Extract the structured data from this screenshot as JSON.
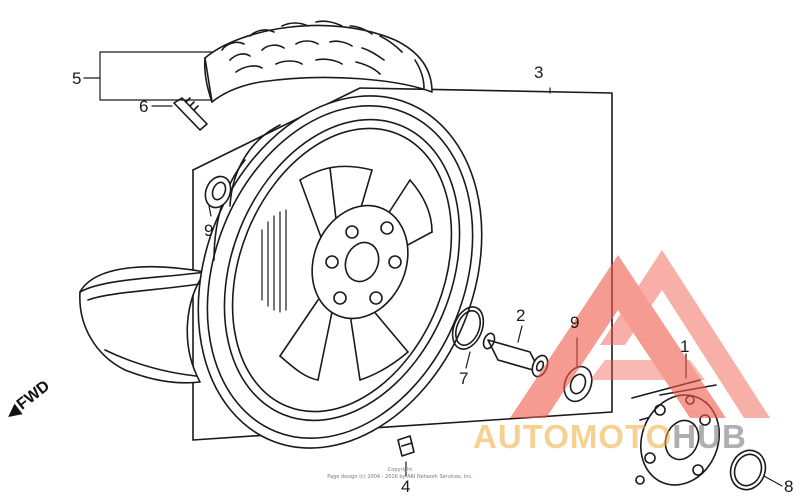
{
  "callouts": {
    "c1": "1",
    "c2": "2",
    "c3": "3",
    "c4": "4",
    "c5": "5",
    "c6": "6",
    "c7": "7",
    "c8": "8",
    "c9a": "9",
    "c9b": "9"
  },
  "direction_label": "FWD",
  "copyright": {
    "line1": "Copyright",
    "line2": "Page design (c) 2004 - 2016 by ARI Network Services, Inc."
  },
  "watermark": {
    "part_a": "AUTOMOTO",
    "part_b": "HUB",
    "logo_color": "#f05a4a"
  },
  "colors": {
    "line": "#1a1a1a",
    "logo_red": "#f05a4a",
    "logo_orange": "#f0aa3c"
  }
}
